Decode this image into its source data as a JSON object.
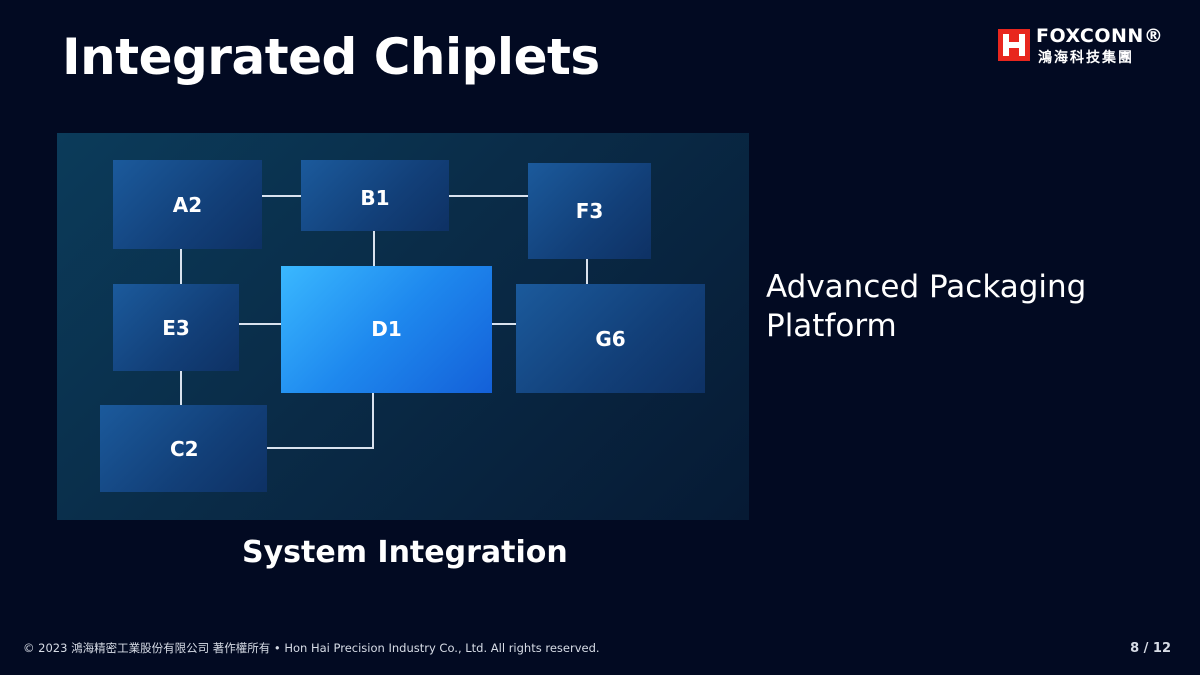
{
  "slide": {
    "title": "Integrated Chiplets",
    "logo": {
      "wordmark": "FOXCONN®",
      "subtitle": "鴻海科技集團",
      "icon": "foxconn-h-logo",
      "brand_color": "#e8261e"
    },
    "diagram": {
      "chiplets": [
        {
          "id": "a2",
          "label": "A2"
        },
        {
          "id": "b1",
          "label": "B1"
        },
        {
          "id": "f3",
          "label": "F3"
        },
        {
          "id": "e3",
          "label": "E3"
        },
        {
          "id": "d1",
          "label": "D1"
        },
        {
          "id": "g6",
          "label": "G6"
        },
        {
          "id": "c2",
          "label": "C2"
        }
      ],
      "caption": "System Integration"
    },
    "side_label": {
      "line1": "Advanced Packaging",
      "line2": "Platform"
    },
    "footer": {
      "copyright": "© 2023 鴻海精密工業股份有限公司 著作權所有 • Hon Hai Precision Industry Co., Ltd. All rights reserved.",
      "page": "8 / 12"
    }
  },
  "colors": {
    "background": "#020a22",
    "panel": "#0a2c48",
    "chiplet": "#164a88",
    "core_chiplet": "#2b9bf5",
    "connector": "#d9e2ee"
  }
}
